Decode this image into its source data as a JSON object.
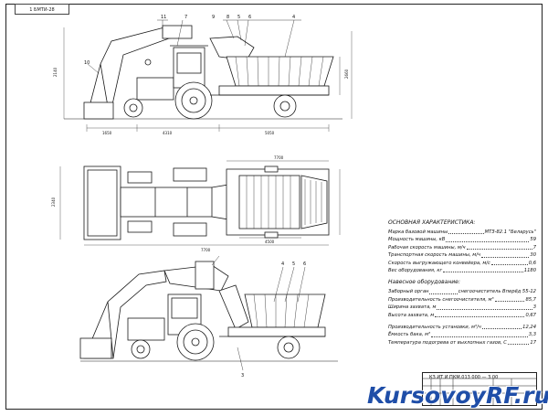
{
  "stamp_corner": "1 БМТИ-28",
  "doc_code": "КЗ.ИТ.И.ПКМ.013 000 — 3.00",
  "watermark": "KursovoyRF.ru",
  "callouts_top": [
    "11",
    "7",
    "8",
    "5",
    "6",
    "4",
    "9"
  ],
  "callouts_top_left": "10",
  "callouts_bottom": [
    "4",
    "5",
    "6",
    "3"
  ],
  "dimensions_top": [
    "1650",
    "4310",
    "2140",
    "5050",
    "2660"
  ],
  "dimensions_mid": [
    "7700",
    "2340",
    "4500"
  ],
  "specs": {
    "heading": "ОСНОВНАЯ ХАРАКТЕРИСТИКА:",
    "rows": [
      {
        "k": "Марка базовой машины",
        "v": "МТЗ-82.1 \"Беларусь\""
      },
      {
        "k": "Мощность машины, кВ",
        "v": "59"
      },
      {
        "k": "Рабочая скорость машины, м/ч",
        "v": "7"
      },
      {
        "k": "Транспортная скорость машины, м/ч",
        "v": "30"
      },
      {
        "k": "Скорость выгружающего конвейера, м/с",
        "v": "0,6"
      },
      {
        "k": "Вес оборудования, кг",
        "v": "1180"
      }
    ],
    "heading2": "Навесное оборудование:",
    "rows2": [
      {
        "k": "Заборный орган",
        "v": "снегоочиститель Вперёд 55-12"
      },
      {
        "k": "Производительность снегоочистителя, м³",
        "v": "85,7"
      },
      {
        "k": "Ширина захвата, м",
        "v": "3"
      },
      {
        "k": "Высота захвата, м",
        "v": "0,67"
      }
    ],
    "rows3": [
      {
        "k": "Производительность установки, м³/ч",
        "v": "12,24"
      },
      {
        "k": "Ёмкость бака, м³",
        "v": "3,3"
      },
      {
        "k": "Температура подогрева от выхлопных газов, С",
        "v": "17"
      }
    ]
  }
}
